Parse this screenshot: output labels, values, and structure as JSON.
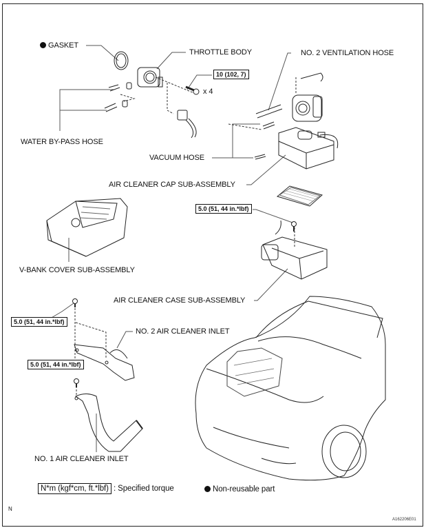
{
  "diagram": {
    "labels": {
      "gasket": "GASKET",
      "throttle_body": "THROTTLE BODY",
      "bolt_qty": "x 4",
      "no2_ventilation_hose": "NO. 2 VENTILATION HOSE",
      "water_bypass_hose": "WATER BY-PASS HOSE",
      "vacuum_hose": "VACUUM HOSE",
      "air_cleaner_cap": "AIR CLEANER CAP SUB-ASSEMBLY",
      "v_bank_cover": "V-BANK COVER SUB-ASSEMBLY",
      "air_cleaner_case": "AIR CLEANER CASE SUB-ASSEMBLY",
      "no2_air_cleaner_inlet": "NO. 2 AIR CLEANER INLET",
      "no1_air_cleaner_inlet": "NO. 1 AIR CLEANER INLET"
    },
    "torques": {
      "throttle_body_bolt": "10 (102, 7)",
      "air_cleaner_case_bolt": "5.0 (51, 44 in.*lbf)",
      "no2_inlet_bolt": "5.0 (51, 44 in.*lbf)",
      "no1_inlet_bolt": "5.0 (51, 44 in.*lbf)"
    },
    "legend": {
      "torque_unit": "N*m (kgf*cm, ft.*lbf)",
      "torque_desc": ": Specified torque",
      "non_reusable": "Non-reusable part"
    },
    "corner_mark": "N",
    "figure_id": "A162206E01"
  }
}
